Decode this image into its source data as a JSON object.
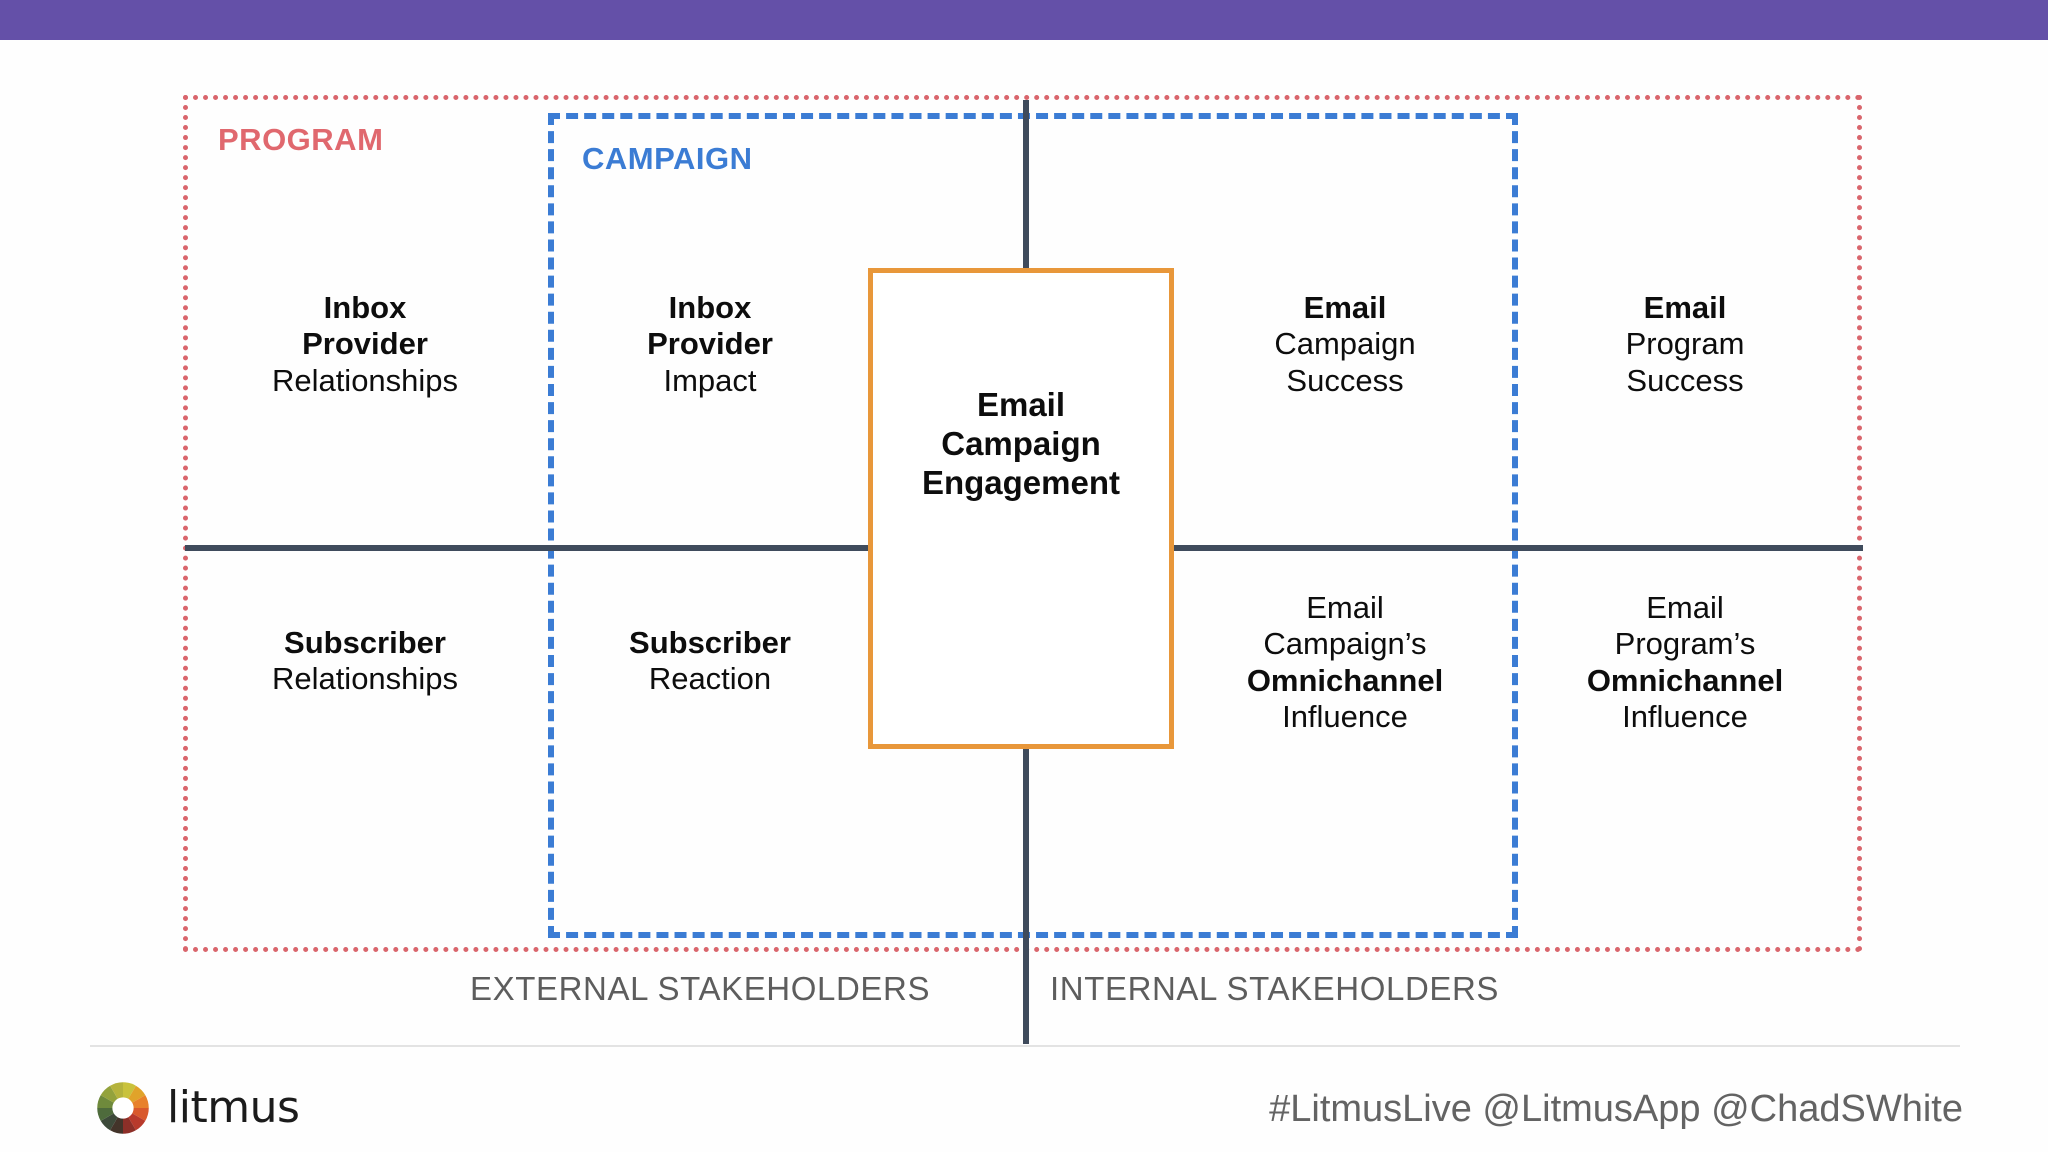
{
  "theme": {
    "banner_color": "#6450A8",
    "program_color": "#D9656C",
    "campaign_color": "#3B7CD4",
    "center_box_color": "#E8973A",
    "axis_color": "#3F4B5C",
    "caption_color": "#5D5D5D"
  },
  "matrix": {
    "program_label": "PROGRAM",
    "campaign_label": "CAMPAIGN",
    "center": {
      "line1": "Email",
      "line2": "Campaign",
      "line3": "Engagement"
    },
    "quadrants": [
      {
        "key": "top-left",
        "bold1": "Inbox",
        "bold2": "Provider",
        "plain1": "Relationships"
      },
      {
        "key": "top-center",
        "bold1": "Inbox",
        "bold2": "Provider",
        "plain1": "Impact"
      },
      {
        "key": "top-right",
        "bold1": "Email",
        "plain1": "Campaign",
        "plain2": "Success"
      },
      {
        "key": "top-far-right",
        "bold1": "Email",
        "plain1": "Program",
        "plain2": "Success"
      },
      {
        "key": "bottom-left",
        "bold1": "Subscriber",
        "plain1": "Relationships"
      },
      {
        "key": "bottom-center",
        "bold1": "Subscriber",
        "plain1": "Reaction"
      },
      {
        "key": "bottom-right",
        "plain1": "Email",
        "plain2": "Campaign’s",
        "bold1": "Omnichannel",
        "plain3": "Influence"
      },
      {
        "key": "bottom-far-right",
        "plain1": "Email",
        "plain2": "Program’s",
        "bold1": "Omnichannel",
        "plain3": "Influence"
      }
    ],
    "axis_captions": {
      "left": "EXTERNAL STAKEHOLDERS",
      "right": "INTERNAL STAKEHOLDERS"
    }
  },
  "footer": {
    "brand_name": "litmus",
    "handles": "#LitmusLive @LitmusApp @ChadSWhite"
  }
}
